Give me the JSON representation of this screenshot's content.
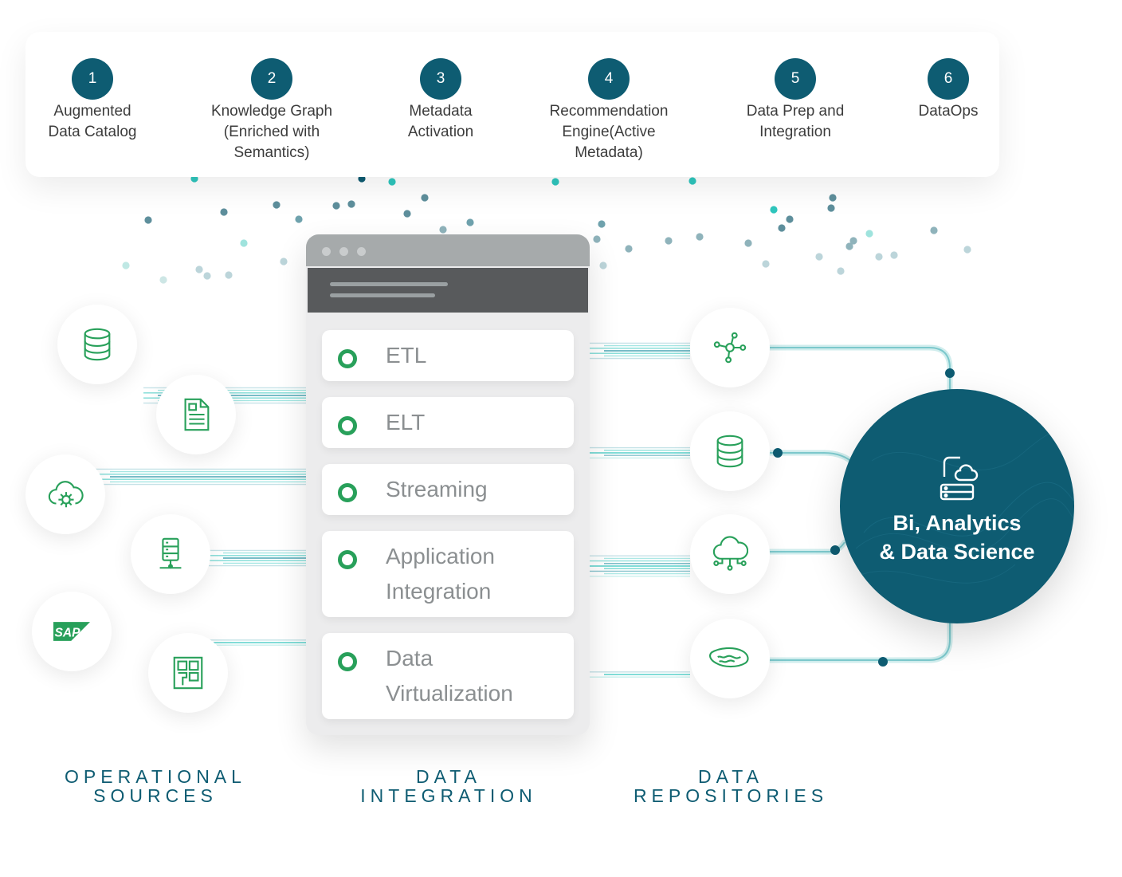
{
  "stages": [
    {
      "num": "1",
      "label_lines": [
        "Augmented",
        "Data Catalog"
      ]
    },
    {
      "num": "2",
      "label_lines": [
        "Knowledge Graph",
        "(Enriched with",
        "Semantics)"
      ]
    },
    {
      "num": "3",
      "label_lines": [
        "Metadata",
        "Activation"
      ]
    },
    {
      "num": "4",
      "label_lines": [
        "Recommendation",
        "Engine(Active",
        "Metadata)"
      ]
    },
    {
      "num": "5",
      "label_lines": [
        "Data Prep and",
        "Integration"
      ]
    },
    {
      "num": "6",
      "label_lines": [
        "DataOps"
      ]
    }
  ],
  "integration_items": [
    {
      "lines": [
        "ETL"
      ]
    },
    {
      "lines": [
        "ELT"
      ]
    },
    {
      "lines": [
        "Streaming"
      ]
    },
    {
      "lines": [
        "Application",
        "Integration"
      ]
    },
    {
      "lines": [
        "Data",
        "Virtualization"
      ]
    }
  ],
  "sources": [
    {
      "icon": "database-icon"
    },
    {
      "icon": "document-icon"
    },
    {
      "icon": "cloud-gear-icon"
    },
    {
      "icon": "server-network-icon"
    },
    {
      "icon": "sap-logo",
      "logo_text": "SAP"
    },
    {
      "icon": "layout-grid-icon"
    }
  ],
  "repositories": [
    {
      "icon": "network-nodes-icon"
    },
    {
      "icon": "database-icon"
    },
    {
      "icon": "cloud-network-icon"
    },
    {
      "icon": "data-lake-icon"
    }
  ],
  "hub": {
    "title_lines": [
      "Bi, Analytics",
      "& Data Science"
    ],
    "icon": "cloud-server-icon"
  },
  "bottom_labels": {
    "operational": [
      "OPERATIONAL",
      "SOURCES"
    ],
    "integration": [
      "DATA",
      "INTEGRATION"
    ],
    "repositories": [
      "DATA",
      "REPOSITORIES"
    ]
  },
  "colors": {
    "primary": "#0e5c72",
    "accent": "#28a05a",
    "teal": "#2fc6bd",
    "line": "#a9dede"
  }
}
